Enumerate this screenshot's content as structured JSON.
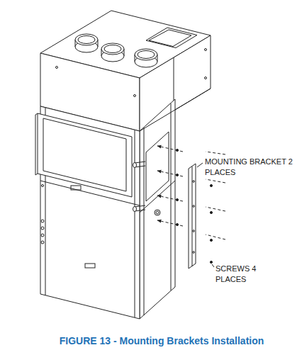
{
  "diagram": {
    "caption": "FIGURE 13 - Mounting Brackets Installation",
    "labels": [
      "MOUNTING BRACKET 2 PLACES",
      "SCREWS 4 PLACES"
    ]
  }
}
